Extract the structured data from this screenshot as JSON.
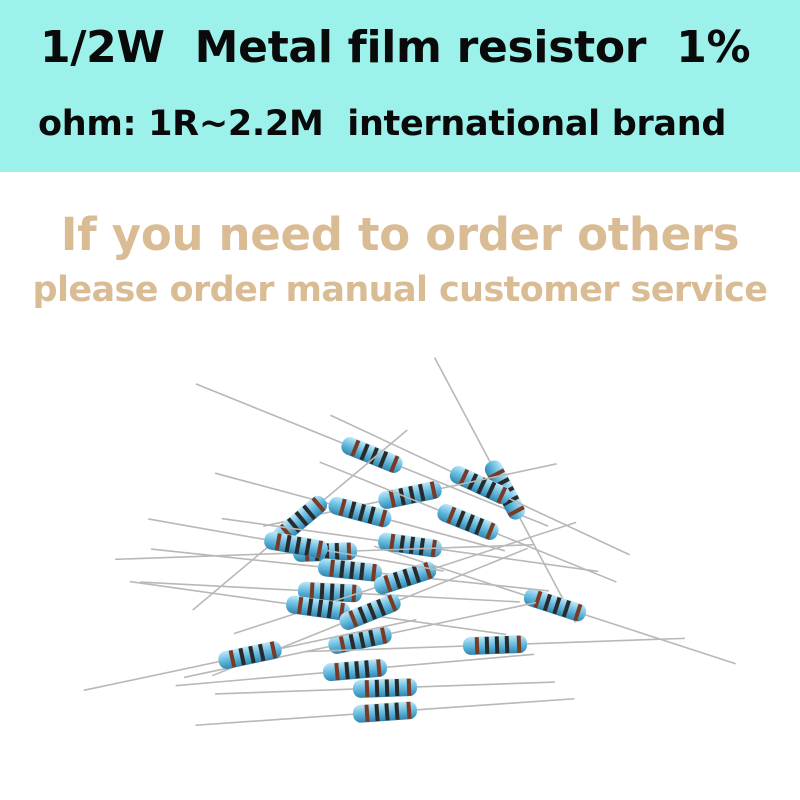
{
  "banner": {
    "title": "1/2W  Metal film resistor  1%",
    "subtitle": "ohm: 1R~2.2M  international brand"
  },
  "promo": {
    "line1": "If you need to order others",
    "line2": "please order manual customer service"
  },
  "photo": {
    "subject": "resistor-pile",
    "colors": {
      "body": "#5fb6dc",
      "band_dark": "#2a2a2a",
      "band_brown": "#7a3a24",
      "lead": "#b8b8b8",
      "banner": "#9cf1ea",
      "promo_text": "#d9bb94"
    }
  }
}
